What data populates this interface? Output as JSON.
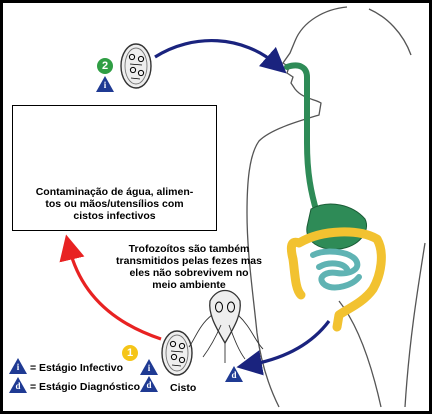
{
  "box_caption": "Contaminação de água, alimen-\ntos ou mãos/utensílios com\ncistos infectivos",
  "transmission_note": "Trofozoítos são também\ntransmitidos pelas fezes mas\neles não sobrevivem no\nmeio ambiente",
  "steps": {
    "step_1": "1",
    "step_2": "2"
  },
  "stage_markers": {
    "infective": "i",
    "diagnostic": "d"
  },
  "legend": {
    "infective": "= Estágio Infectivo",
    "diagnostic": "= Estágio Diagnóstico"
  },
  "cyst_label": "Cisto",
  "colors": {
    "arrow_blue": "#1a237e",
    "arrow_red": "#e82222",
    "marker_blue": "#1f3a93",
    "step_green": "#2f9e44",
    "step_yellow": "#f5c518",
    "gut_green": "#2e8b57",
    "gut_yellow": "#f2c230",
    "gut_teal": "#5fb3b3"
  },
  "icons": [
    "cyst-icon",
    "raspberry-icon",
    "water-glass-icon",
    "apple-icon",
    "pear-icon",
    "trophozoite-icon",
    "human-body-icon"
  ]
}
